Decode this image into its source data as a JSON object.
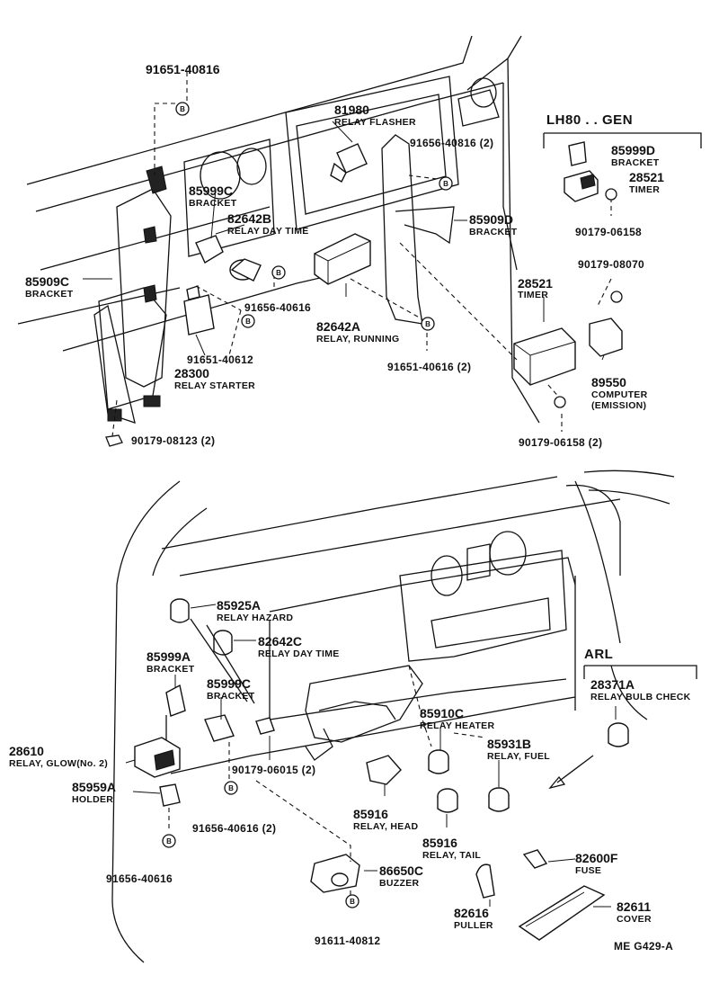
{
  "groups": {
    "lh80": "LH80 . . GEN",
    "arl": "ARL"
  },
  "bolt_letter": "B",
  "parts": {
    "p91651_40816": "91651-40816",
    "p81980": "81980",
    "p81980_name": "RELAY FLASHER",
    "p91656_40816_2_top": "91656-40816 (2)",
    "p85999C_top": "85999C",
    "p85999C_top_name": "BRACKET",
    "p82642B": "82642B",
    "p82642B_name": "RELAY DAY TIME",
    "p85909D": "85909D",
    "p85909D_name": "BRACKET",
    "p85909C": "85909C",
    "p85909C_name": "BRACKET",
    "p91656_40616": "91656-40616",
    "p82642A": "82642A",
    "p82642A_name": "RELAY, RUNNING",
    "p91651_40612": "91651-40612",
    "p28300": "28300",
    "p28300_name": "RELAY STARTER",
    "p91651_40616_2": "91651-40616 (2)",
    "p90179_08123_2": "90179-08123 (2)",
    "p85999D": "85999D",
    "p85999D_name": "BRACKET",
    "p28521_gen": "28521",
    "p28521_gen_name": "TIMER",
    "p90179_06158": "90179-06158",
    "p90179_08070": "90179-08070",
    "p28521": "28521",
    "p28521_name": "TIMER",
    "p89550": "89550",
    "p89550_name1": "COMPUTER",
    "p89550_name2": "(EMISSION)",
    "p90179_06158_2": "90179-06158 (2)",
    "p85925A": "85925A",
    "p85925A_name": "RELAY HAZARD",
    "p82642C": "82642C",
    "p82642C_name": "RELAY DAY TIME",
    "p85999A": "85999A",
    "p85999A_name": "BRACKET",
    "p85999C_bot": "85999C",
    "p85999C_bot_name": "BRACKET",
    "p28610": "28610",
    "p28610_name": "RELAY, GLOW(No. 2)",
    "p90179_06015_2": "90179-06015 (2)",
    "p85959A": "85959A",
    "p85959A_name": "HOLDER",
    "p91656_40616_2_bot": "91656-40616 (2)",
    "p91656_40616_bot": "91656-40616",
    "p85910C": "85910C",
    "p85910C_name": "RELAY HEATER",
    "p85931B": "85931B",
    "p85931B_name": "RELAY, FUEL",
    "p28371A": "28371A",
    "p28371A_name": "RELAY BULB CHECK",
    "p85916_head": "85916",
    "p85916_head_name": "RELAY, HEAD",
    "p85916_tail": "85916",
    "p85916_tail_name": "RELAY, TAIL",
    "p86650C": "86650C",
    "p86650C_name": "BUZZER",
    "p82600F": "82600F",
    "p82600F_name": "FUSE",
    "p82616": "82616",
    "p82616_name": "PULLER",
    "p82611": "82611",
    "p82611_name": "COVER",
    "p91611_40812": "91611-40812"
  },
  "footer": "ME  G429-A"
}
